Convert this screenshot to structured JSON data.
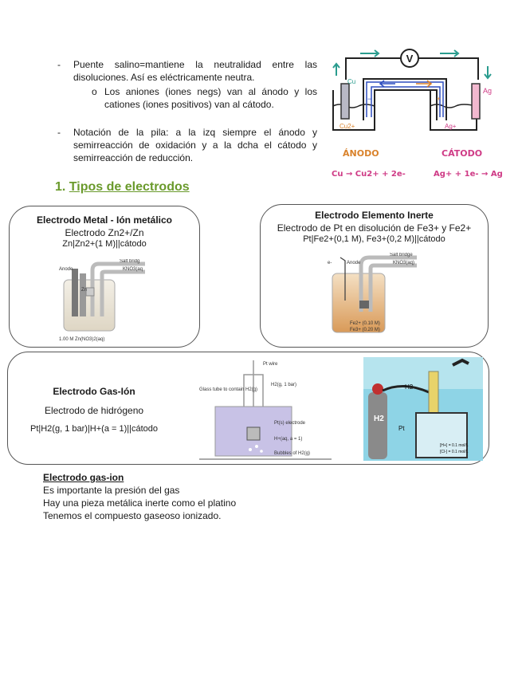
{
  "bullets": {
    "b1": "Puente salino=mantiene la neutralidad entre las disoluciones. Así es eléctricamente neutra.",
    "b1_sub": "Los aniones (iones negs) van al ánodo y los cationes (iones positivos) van al cátodo.",
    "b2": "Notación de la pila: a la izq siempre el ánodo y semirreacción de oxidación y a la dcha el cátodo y semirreacción de reducción."
  },
  "cell_sketch": {
    "voltmeter": "V",
    "anode_metal": "Cu",
    "cathode_metal": "Ag",
    "anode_ion": "Cu2+",
    "cathode_ion": "Ag+",
    "anode_label": "ÁNODO",
    "cathode_label": "CÁTODO",
    "anode_reaction": "Cu → Cu2+ + 2e-",
    "cathode_reaction": "Ag+ + 1e- → Ag",
    "colors": {
      "anode": "#cf3b86",
      "teal": "#2a9c8e",
      "blue": "#2f4fbf",
      "orange": "#d9822b"
    }
  },
  "section": {
    "number": "1.",
    "title": "Tipos de electrodos"
  },
  "card_metal": {
    "title": "Electrodo Metal - Ión metálico",
    "line1": "Electrodo Zn2+/Zn",
    "line2": "Zn|Zn2+(1 M)||cátodo",
    "fig_anode": "Anode",
    "fig_zn": "Zn",
    "fig_bridge": "Salt bridg",
    "fig_kno3": "KNO3(aq",
    "fig_solution": "1.00 M Zn(NO3)2(aq)"
  },
  "card_inert": {
    "title": "Electrodo Elemento Inerte",
    "line1": "Electrodo de Pt en disolución de Fe3+ y Fe2+",
    "line2": "Pt|Fe2+(0,1 M), Fe3+(0,2 M)||cátodo",
    "fig_e": "e-",
    "fig_anode": "Anode",
    "fig_bridge": "Salt bridge",
    "fig_kno3": "KNO3(aq)",
    "fig_fe2": "Fe2+ (0.10 M)",
    "fig_fe3": "Fe3+ (0.20 M)"
  },
  "card_gas": {
    "title": "Electrodo Gas-Ión",
    "line1": "Electrodo de hidrógeno",
    "line2": "Pt|H2(g, 1 bar)|H+(a = 1)||cátodo",
    "fig_ptwire": "Pt wire",
    "fig_tube": "Glass tube to contain H2(g)",
    "fig_h2": "H2(g, 1 bar)",
    "fig_pt": "Pt(s) electrode",
    "fig_hplus": "H+(aq, a = 1)",
    "fig_bubbles": "Bubbles of H2(g)",
    "photo_h2": "H2",
    "photo_pt": "Pt",
    "photo_h2_label": "H2",
    "photo_conc1": "[H+] = 0.1 mol/L",
    "photo_conc2": "[Cl-] = 0.1 mol/L"
  },
  "notes": {
    "heading": "Electrodo gas-ion",
    "l1": "Es importante la presión del gas",
    "l2": "Hay una pieza metálica inerte como el platino",
    "l3": "Tenemos el compuesto gaseoso ionizado."
  }
}
